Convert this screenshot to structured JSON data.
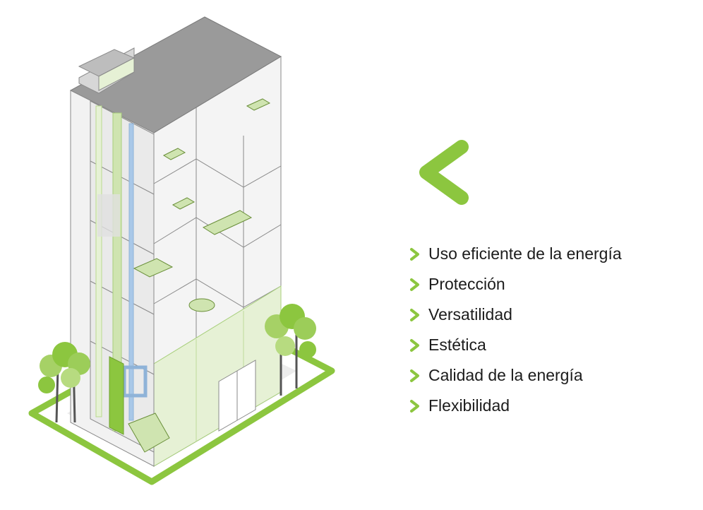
{
  "colors": {
    "accent": "#8cc63f",
    "accent_light": "#d7eab9",
    "accent_pale": "#e6f1d5",
    "wall": "#f2f2f2",
    "wall_side": "#e2e2e2",
    "roof": "#9a9a9a",
    "line": "#8a8a8a",
    "duct": "#a9c8e8",
    "text": "#1c1c1c"
  },
  "features": [
    {
      "label": "Uso eficiente de la energía",
      "icon": "chevron-right-icon"
    },
    {
      "label": "Protección",
      "icon": "chevron-right-icon"
    },
    {
      "label": "Versatilidad",
      "icon": "chevron-right-icon"
    },
    {
      "label": "Estética",
      "icon": "chevron-right-icon"
    },
    {
      "label": "Calidad de la energía",
      "icon": "chevron-right-icon"
    },
    {
      "label": "Flexibilidad",
      "icon": "chevron-right-icon"
    }
  ],
  "logo": {
    "icon": "chevron-left-logo-icon"
  }
}
